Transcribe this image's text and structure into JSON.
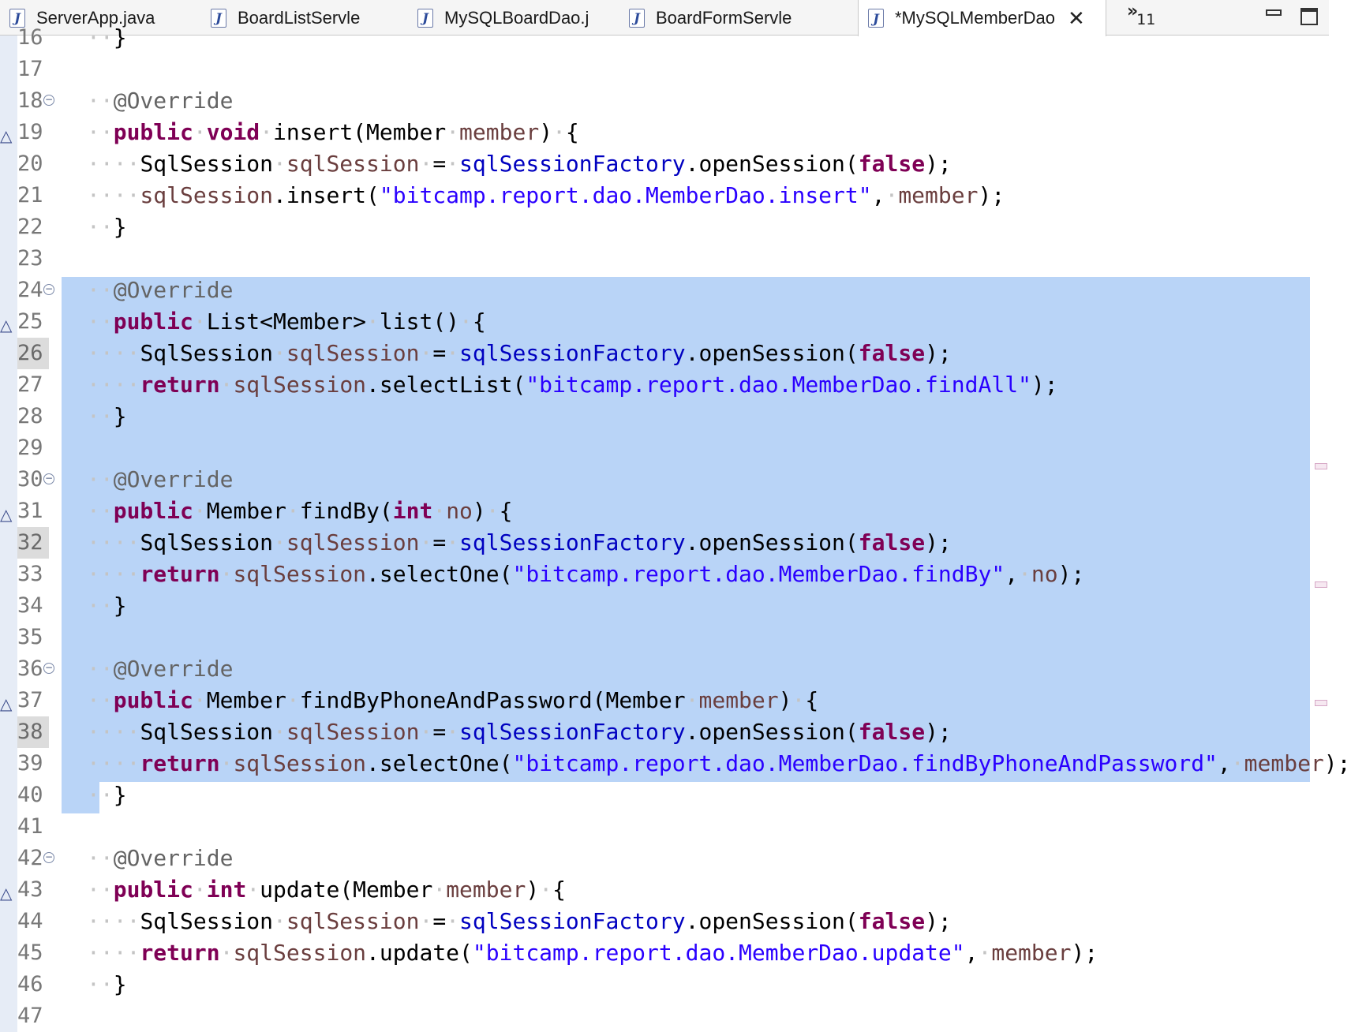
{
  "tabs": [
    {
      "label": "ServerApp.java",
      "active": false
    },
    {
      "label": "BoardListServle",
      "active": false
    },
    {
      "label": "MySQLBoardDao.j",
      "active": false
    },
    {
      "label": "BoardFormServle",
      "active": false
    },
    {
      "label": "*MySQLMemberDao",
      "active": true
    }
  ],
  "tab_overflow": {
    "chevron": "»",
    "count": "11"
  },
  "icons": {
    "tab_file": "java-file-icon",
    "close": "close-icon",
    "fold": "fold-minus-icon",
    "override": "override-triangle-icon"
  },
  "colors": {
    "selection": "#b9d4f7",
    "keyword": "#7f0055",
    "string": "#2a00ff",
    "field": "#0000c0",
    "annotation": "#646464",
    "variable": "#6a3e3e"
  },
  "editor": {
    "lines": [
      {
        "num": "16",
        "text": "··}"
      },
      {
        "num": "17",
        "text": ""
      },
      {
        "num": "18",
        "text": "··@Override"
      },
      {
        "num": "19",
        "text": "··public·void·insert(Member·member)·{"
      },
      {
        "num": "20",
        "text": "····SqlSession·sqlSession·=·sqlSessionFactory.openSession(false);"
      },
      {
        "num": "21",
        "text": "····sqlSession.insert(\"bitcamp.report.dao.MemberDao.insert\",·member);"
      },
      {
        "num": "22",
        "text": "··}"
      },
      {
        "num": "23",
        "text": ""
      },
      {
        "num": "24",
        "text": "··@Override"
      },
      {
        "num": "25",
        "text": "··public·List<Member>·list()·{"
      },
      {
        "num": "26",
        "text": "····SqlSession·sqlSession·=·sqlSessionFactory.openSession(false);"
      },
      {
        "num": "27",
        "text": "····return·sqlSession.selectList(\"bitcamp.report.dao.MemberDao.findAll\");"
      },
      {
        "num": "28",
        "text": "··}"
      },
      {
        "num": "29",
        "text": ""
      },
      {
        "num": "30",
        "text": "··@Override"
      },
      {
        "num": "31",
        "text": "··public·Member·findBy(int·no)·{"
      },
      {
        "num": "32",
        "text": "····SqlSession·sqlSession·=·sqlSessionFactory.openSession(false);"
      },
      {
        "num": "33",
        "text": "····return·sqlSession.selectOne(\"bitcamp.report.dao.MemberDao.findBy\",·no);"
      },
      {
        "num": "34",
        "text": "··}"
      },
      {
        "num": "35",
        "text": ""
      },
      {
        "num": "36",
        "text": "··@Override"
      },
      {
        "num": "37",
        "text": "··public·Member·findByPhoneAndPassword(Member·member)·{"
      },
      {
        "num": "38",
        "text": "····SqlSession·sqlSession·=·sqlSessionFactory.openSession(false);"
      },
      {
        "num": "39",
        "text": "····return·sqlSession.selectOne(\"bitcamp.report.dao.MemberDao.findByPhoneAndPassword\",·member);"
      },
      {
        "num": "40",
        "text": "··}"
      },
      {
        "num": "41",
        "text": ""
      },
      {
        "num": "42",
        "text": "··@Override"
      },
      {
        "num": "43",
        "text": "··public·int·update(Member·member)·{"
      },
      {
        "num": "44",
        "text": "····SqlSession·sqlSession·=·sqlSessionFactory.openSession(false);"
      },
      {
        "num": "45",
        "text": "····return·sqlSession.update(\"bitcamp.report.dao.MemberDao.update\",·member);"
      },
      {
        "num": "46",
        "text": "··}"
      },
      {
        "num": "47",
        "text": ""
      }
    ]
  }
}
